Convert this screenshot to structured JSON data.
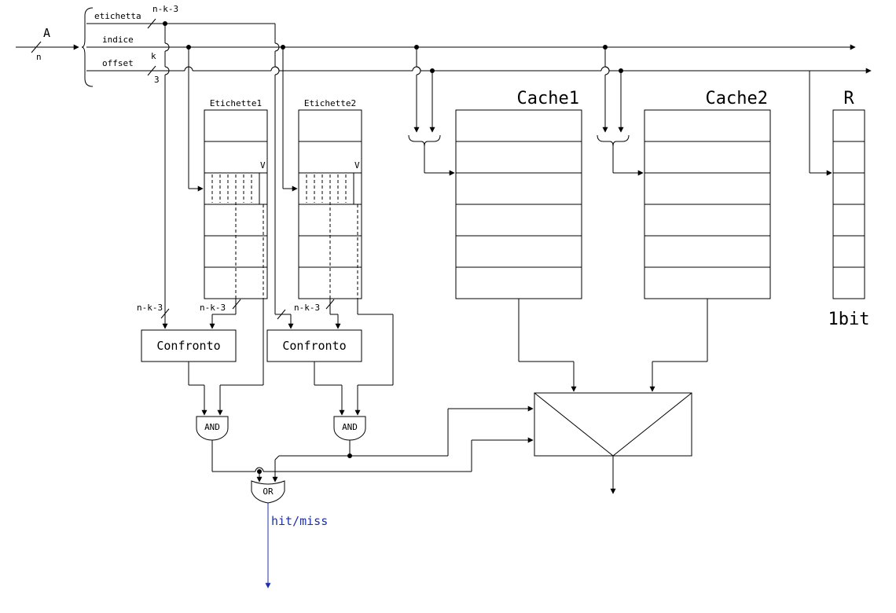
{
  "address": {
    "label": "A",
    "width": "n",
    "fields": [
      {
        "name": "etichetta",
        "width": "n-k-3"
      },
      {
        "name": "indice",
        "width": "k"
      },
      {
        "name": "offset",
        "width": "3"
      }
    ]
  },
  "tag_memories": [
    {
      "title": "Etichette1",
      "valid_bit": "V"
    },
    {
      "title": "Etichette2",
      "valid_bit": "V"
    }
  ],
  "data_memories": [
    {
      "title": "Cache1"
    },
    {
      "title": "Cache2"
    }
  ],
  "replacement_memory": {
    "title": "R",
    "size_label": "1bit"
  },
  "comparators": [
    {
      "label": "Confronto",
      "input_a_width": "n-k-3",
      "input_b_width": "n-k-3"
    },
    {
      "label": "Confronto",
      "input_a_width": "",
      "input_b_width": "n-k-3"
    }
  ],
  "gates": {
    "and1": "AND",
    "and2": "AND",
    "or": "OR"
  },
  "output": {
    "label": "hit/miss",
    "color": "#1f2fa8"
  }
}
